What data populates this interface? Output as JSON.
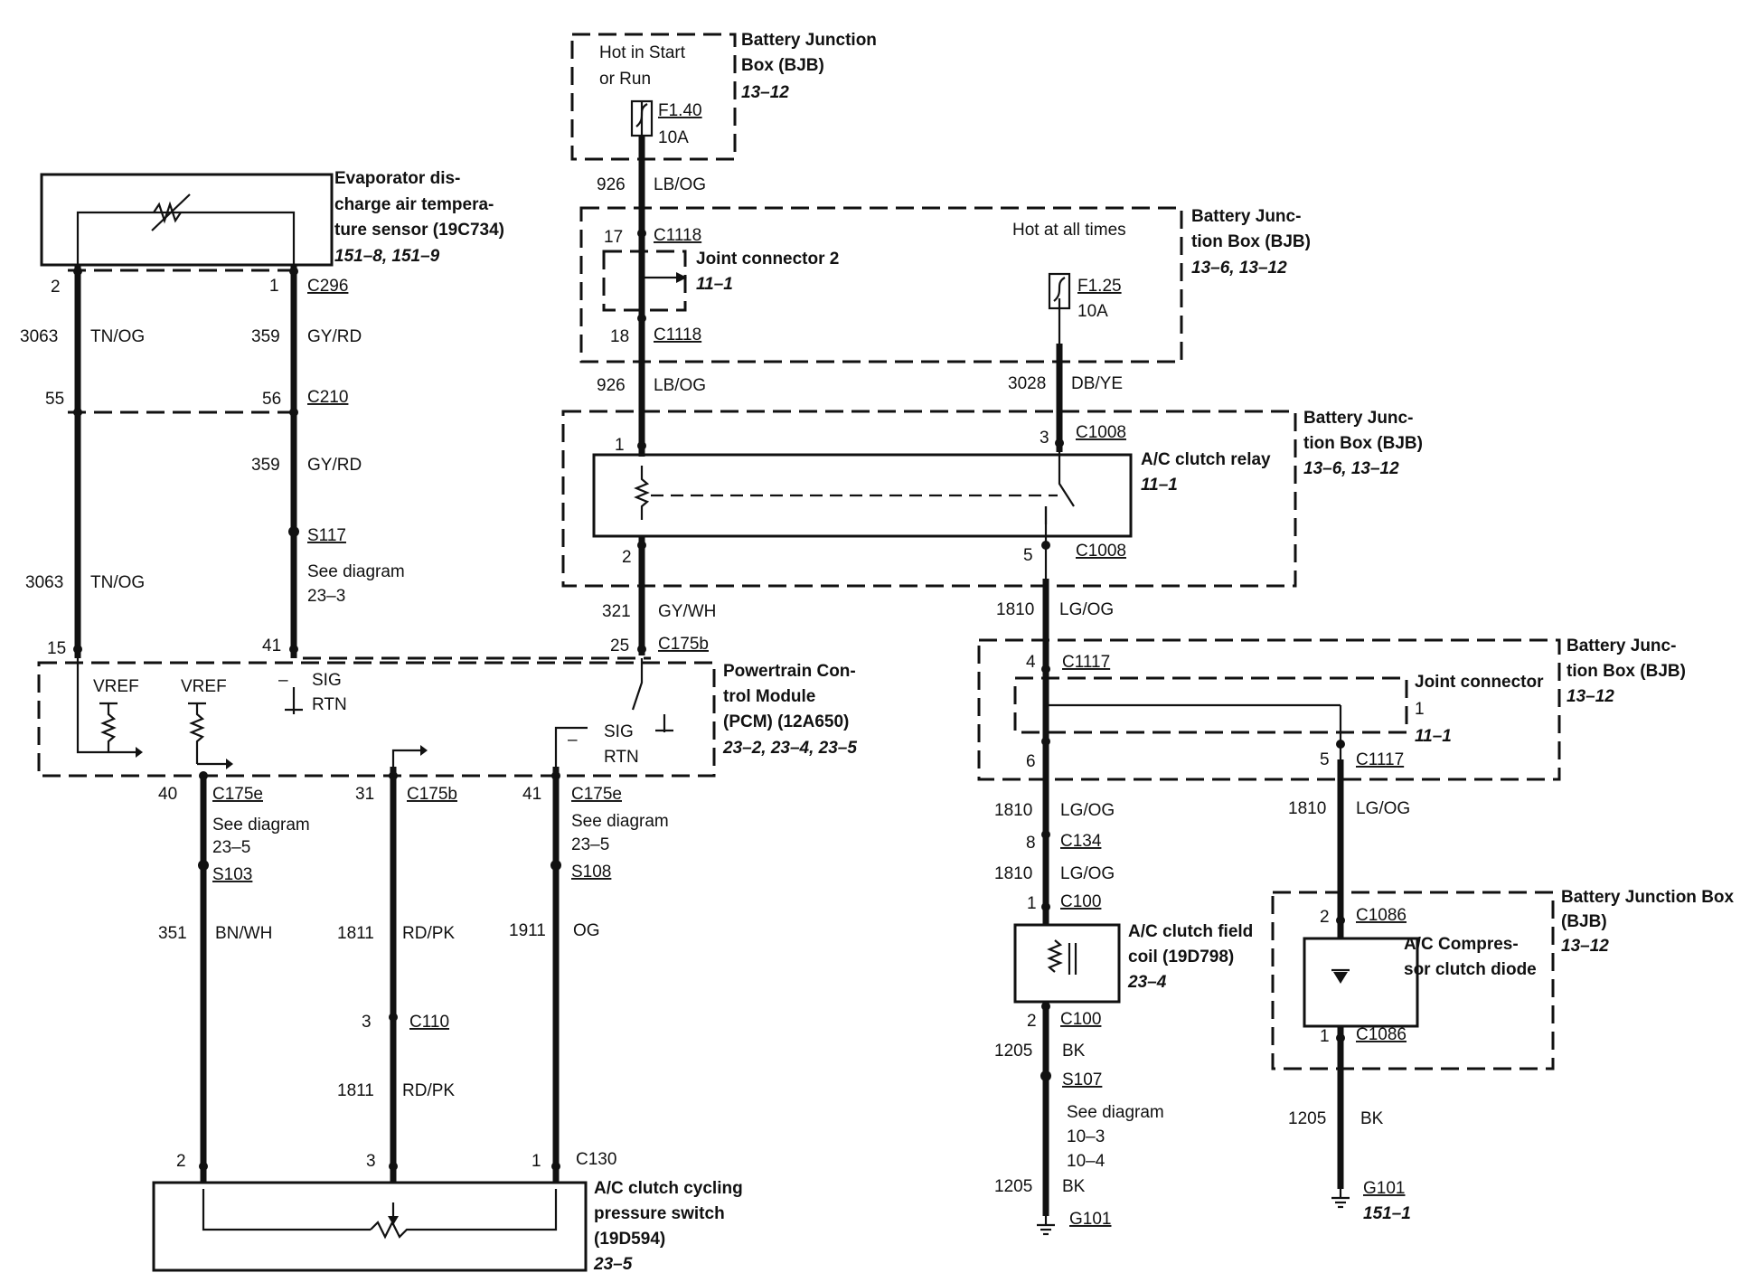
{
  "components": {
    "bjb_top": {
      "title1": "Battery Junction",
      "title2": "Box (BJB)",
      "ref": "13–12",
      "note1": "Hot in Start",
      "note2": "or Run",
      "fuse": "F1.40",
      "rating": "10A"
    },
    "bjb_mid": {
      "title1": "Battery Junc-",
      "title2": "tion Box (BJB)",
      "ref": "13–6, 13–12",
      "note": "Hot at all times",
      "fuse": "F1.25",
      "rating": "10A",
      "jc_title": "Joint connector 2",
      "jc_ref": "11–1"
    },
    "bjb_relay": {
      "title1": "Battery Junc-",
      "title2": "tion Box (BJB)",
      "ref": "13–6, 13–12",
      "relay_title": "A/C clutch relay",
      "relay_ref": "11–1"
    },
    "bjb_joint": {
      "title1": "Battery Junc-",
      "title2": "tion Box (BJB)",
      "ref": "13–12",
      "jc_title": "Joint connector",
      "jc_num": "1",
      "jc_ref": "11–1"
    },
    "bjb_diode": {
      "title1": "Battery Junction Box",
      "title2": "(BJB)",
      "ref": "13–12",
      "diode1": "A/C Compres-",
      "diode2": "sor clutch diode"
    },
    "evap": {
      "l1": "Evaporator dis-",
      "l2": "charge air tempera-",
      "l3": "ture sensor (19C734)",
      "ref": "151–8, 151–9"
    },
    "pcm": {
      "l1": "Powertrain Con-",
      "l2": "trol Module",
      "l3": "(PCM) (12A650)",
      "ref": "23–2, 23–4, 23–5",
      "vref": "VREF",
      "sig": "SIG",
      "rtn": "RTN",
      "minus": "–"
    },
    "field_coil": {
      "l1": "A/C clutch field",
      "l2": "coil (19D798)",
      "ref": "23–4"
    },
    "pressure_switch": {
      "l1": "A/C clutch cycling",
      "l2": "pressure switch",
      "l3": "(19D594)",
      "ref": "23–5"
    }
  },
  "labels": {
    "w926": "926",
    "lbog": "LB/OG",
    "w3063": "3063",
    "tnog": "TN/OG",
    "w359": "359",
    "gyrd": "GY/RD",
    "w3028": "3028",
    "dbye": "DB/YE",
    "w321": "321",
    "gywh": "GY/WH",
    "w1810": "1810",
    "lgog": "LG/OG",
    "w351": "351",
    "bnwh": "BN/WH",
    "w1811": "1811",
    "rdpk": "RD/PK",
    "w1911": "1911",
    "og": "OG",
    "w1205": "1205",
    "bk": "BK",
    "c1118": "C1118",
    "c296": "C296",
    "c210": "C210",
    "c1008": "C1008",
    "c175b": "C175b",
    "c175e": "C175e",
    "c1117": "C1117",
    "c134": "C134",
    "c100": "C100",
    "c110": "C110",
    "c130": "C130",
    "c1086": "C1086",
    "s117": "S117",
    "s103": "S103",
    "s108": "S108",
    "s107": "S107",
    "g101": "G101",
    "g101ref": "151–1",
    "see_diagram": "See diagram",
    "d23_3": "23–3",
    "d23_5": "23–5",
    "d10_3": "10–3",
    "d10_4": "10–4",
    "p1": "1",
    "p2": "2",
    "p3": "3",
    "p4": "4",
    "p5": "5",
    "p6": "6",
    "p8": "8",
    "p15": "15",
    "p17": "17",
    "p18": "18",
    "p25": "25",
    "p31": "31",
    "p40": "40",
    "p41": "41",
    "p55": "55",
    "p56": "56"
  }
}
